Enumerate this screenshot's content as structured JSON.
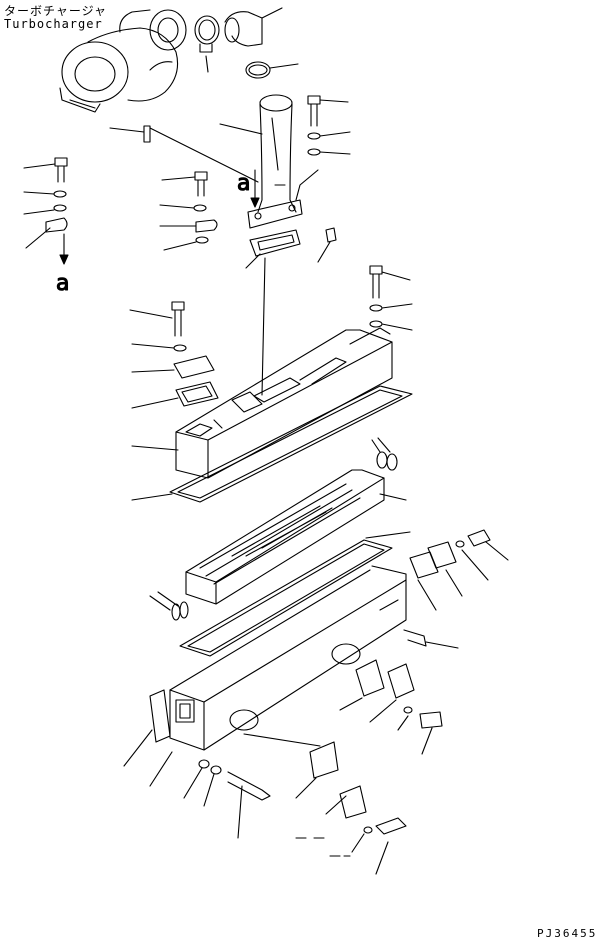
{
  "header": {
    "title_jp": "ターボチャージャ",
    "title_en": "Turbocharger"
  },
  "view_refs": {
    "upper": "a",
    "lower": "a"
  },
  "drawing_code": "PJ36455",
  "colors": {
    "ink": "#000000",
    "paper": "#ffffff"
  }
}
